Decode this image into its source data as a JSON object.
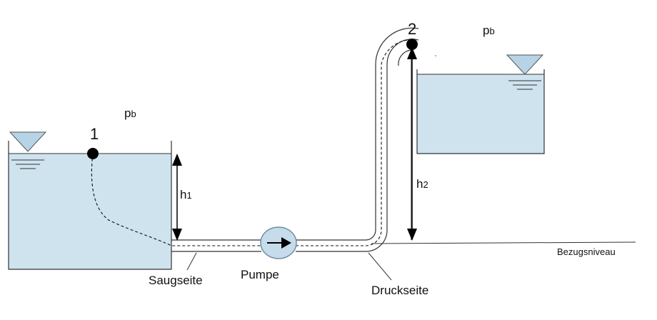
{
  "labels": {
    "point1": "1",
    "point2": "2",
    "pressure_left_main": "p",
    "pressure_left_sub": "b",
    "pressure_right_main": "p",
    "pressure_right_sub": "b",
    "h1_main": "h",
    "h1_sub": "1",
    "h2_main": "h",
    "h2_sub": "2",
    "suction_side": "Saugseite",
    "pump": "Pumpe",
    "pressure_side": "Druckseite",
    "reference_level": "Bezugsniveau"
  },
  "colors": {
    "water": "#cfe3ef",
    "line": "#000000",
    "pump_fill": "#c6dcea",
    "pump_stroke": "#6f8fa8"
  }
}
